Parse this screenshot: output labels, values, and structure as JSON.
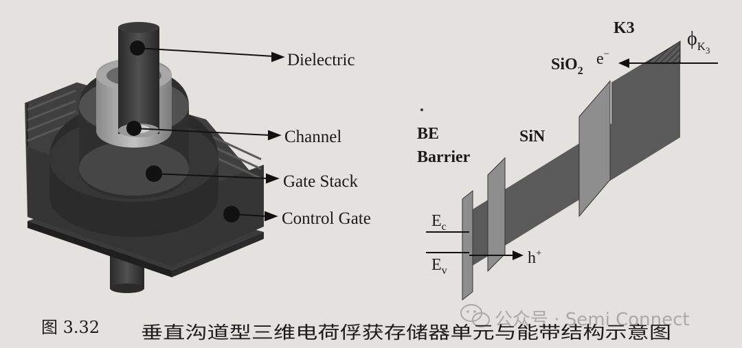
{
  "device": {
    "labels": {
      "dielectric": "Dielectric",
      "channel": "Channel",
      "gate_stack": "Gate Stack",
      "control_gate": "Control Gate"
    }
  },
  "band": {
    "k3": "K3",
    "sio2_main": "SiO",
    "sio2_sub": "2",
    "electron_main": "e",
    "electron_sup": "−",
    "phi_main": "ϕ",
    "phi_sub": "K",
    "phi_subsub": "3",
    "be_line1": "BE",
    "be_line2": "Barrier",
    "sin": "SiN",
    "ec_main": "E",
    "ec_sub": "c",
    "ev_main": "E",
    "ev_sub": "v",
    "hole_main": "h",
    "hole_sup": "+"
  },
  "caption": {
    "figure_no": "图 3.32",
    "text": "垂直沟道型三维电荷俘获存储器单元与能带结构示意图"
  },
  "watermark": {
    "text": "公众号 · Semi Connect",
    "icon": "wechat-icon"
  },
  "colors": {
    "background": "#e4e2df",
    "band_fill": "#5a5a5a",
    "device_dark": "#2e2e2e"
  }
}
